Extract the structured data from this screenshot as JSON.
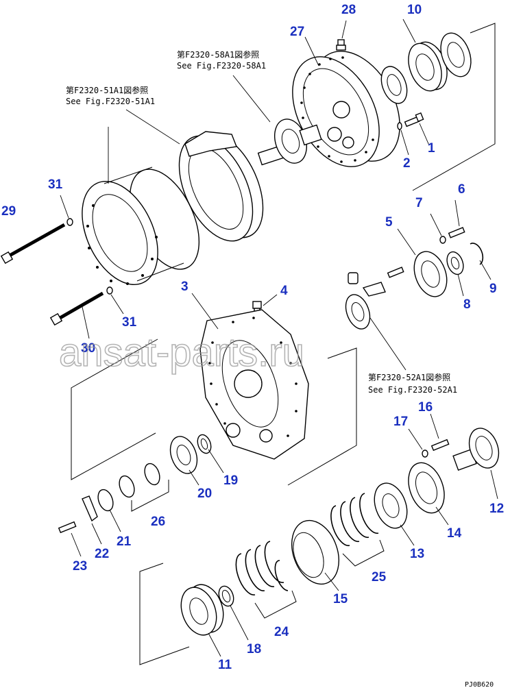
{
  "references": [
    {
      "id": "ref-58a1",
      "jp": "第F2320-58A1図参照",
      "en": "See Fig.F2320-58A1"
    },
    {
      "id": "ref-51a1",
      "jp": "第F2320-51A1図参照",
      "en": "See Fig.F2320-51A1"
    },
    {
      "id": "ref-52a1",
      "jp": "第F2320-52A1図参照",
      "en": "See Fig.F2320-52A1"
    }
  ],
  "callouts": [
    "28",
    "10",
    "27",
    "1",
    "2",
    "6",
    "7",
    "5",
    "9",
    "8",
    "4",
    "3",
    "31",
    "29",
    "31",
    "30",
    "17",
    "16",
    "12",
    "14",
    "13",
    "25",
    "15",
    "19",
    "20",
    "26",
    "21",
    "22",
    "23",
    "24",
    "18",
    "11"
  ],
  "watermark": "ansat-parts.ru",
  "drawing_code": "PJ0B620"
}
